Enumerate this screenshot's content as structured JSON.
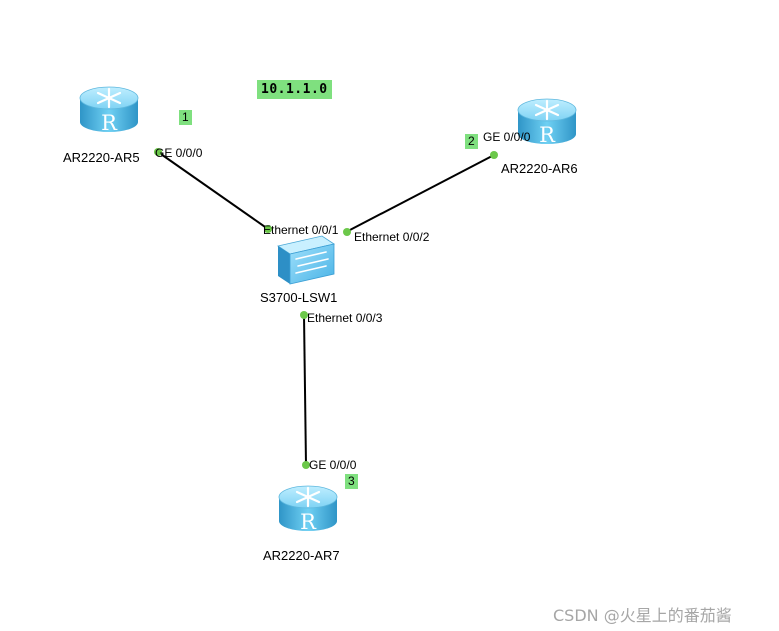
{
  "network_label": "10.1.1.0",
  "routers": [
    {
      "name": "AR2220-AR5",
      "port": "GE 0/0/0",
      "tag": "1"
    },
    {
      "name": "AR2220-AR6",
      "port": "GE 0/0/0",
      "tag": "2"
    },
    {
      "name": "AR2220-AR7",
      "port": "GE 0/0/0",
      "tag": "3"
    }
  ],
  "switch": {
    "name": "S3700-LSW1",
    "ports": [
      "Ethernet 0/0/1",
      "Ethernet 0/0/2",
      "Ethernet 0/0/3"
    ]
  },
  "colors": {
    "link": "#000000",
    "port_dot": "#6cc84a",
    "router_body": "#4fb8e6",
    "tag_bg": "#7fe07f"
  },
  "watermark": "CSDN @火星上的番茄酱"
}
